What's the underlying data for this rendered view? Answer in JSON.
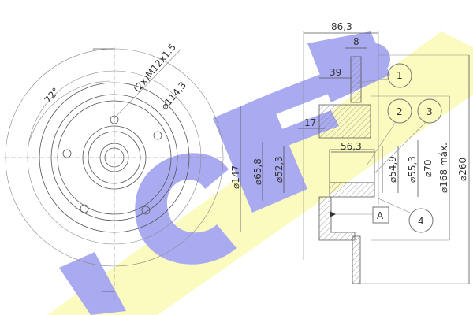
{
  "watermark": {
    "text": "ICER",
    "colors": {
      "blue": "#a9aaf0",
      "yellow": "#fbfbb8"
    }
  },
  "front_view": {
    "angle_label": "72°",
    "thread_label": "(2x)M12x1.5",
    "bolt_circle_label": "⌀114,3"
  },
  "section_view": {
    "dims": {
      "width_total": "86,3",
      "width_8": "8",
      "width_39": "39",
      "width_17": "17",
      "width_56": "56,3",
      "d147": "⌀147",
      "d65": "⌀65,8",
      "d52": "⌀52,3",
      "d54": "⌀54,9",
      "d55": "⌀55,3",
      "d70": "⌀70",
      "d168": "⌀168 máx.",
      "d260": "⌀260"
    },
    "callouts": [
      "1",
      "2",
      "3",
      "4"
    ],
    "datum": "A"
  }
}
